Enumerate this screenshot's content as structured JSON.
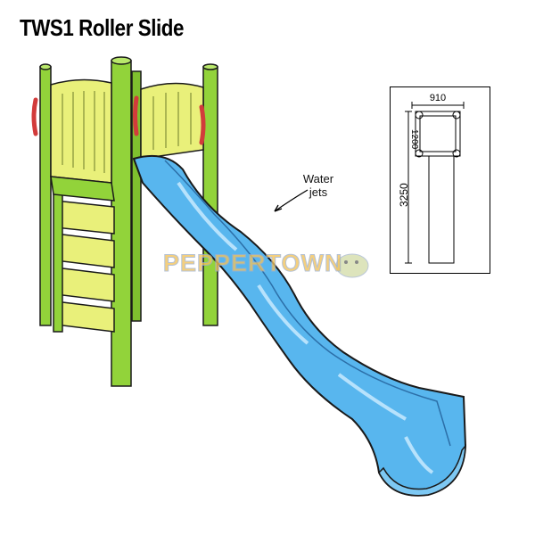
{
  "title": "TWS1 Roller Slide",
  "callout": {
    "line1": "Water",
    "line2": "jets"
  },
  "plan_view": {
    "width_label": "910",
    "depth_label": "1200",
    "length_label": "3250"
  },
  "watermark": "PEPPERTOWN",
  "colors": {
    "frame_green": "#92d33a",
    "panel_yellow": "#e9f07a",
    "slide_blue": "#58b6ee",
    "handle_red": "#d23b3b",
    "watermark_yellow": "#f2c25a"
  }
}
